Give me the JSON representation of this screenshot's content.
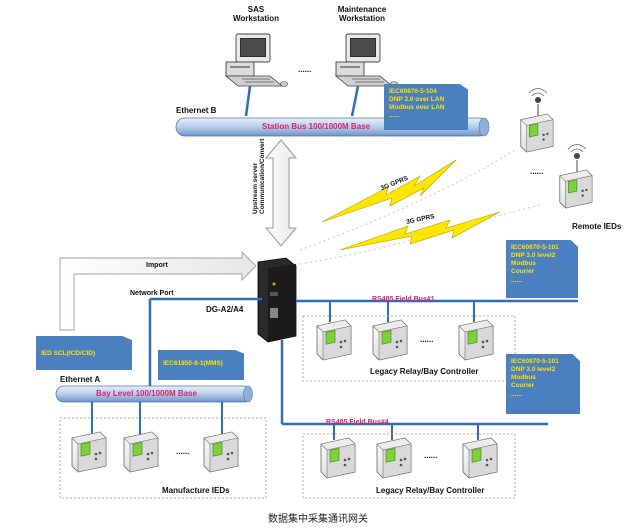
{
  "workstations": {
    "sas": [
      "SAS",
      "Workstation"
    ],
    "maintenance": [
      "Maintenance",
      "Workstation"
    ],
    "ellipsis": "......"
  },
  "network": {
    "ethernet_b": "Ethernet B",
    "station_bus": "Station Bus 100/1000M Base",
    "ethernet_a": "Ethernet A",
    "bay_level": "Bay Level 100/1000M Base",
    "upstream": [
      "Upstream server",
      "Communication/Convert"
    ],
    "import": "Import",
    "network_port": "Network Port",
    "gateway": "DG-A2/A4",
    "rs485_1": "RS485 Field Bus#1",
    "rs485_4": "RS485 Field Bus#4"
  },
  "wireless": {
    "gprs_1": "3G GPRS",
    "gprs_2": "3G GPRS",
    "remote_ieds": "Remote IEDs",
    "ellipsis": "......"
  },
  "notes": {
    "station": [
      "IEC60870-5-104",
      "DNP 3.0 over LAN",
      "Modbus over LAN",
      "......"
    ],
    "field1": [
      "IEC60870-5-101",
      "DNP 3.0 level2",
      "Modbus",
      "Courier",
      "......"
    ],
    "field4": [
      "IEC60870-5-101",
      "DNP 3.0 level2",
      "Modbus",
      "Courier",
      "......"
    ],
    "ied_scl": "IED SCL(ICD/CID)",
    "iec61850": "IEC61850-8-1(MMS)"
  },
  "groups": {
    "legacy_1": "Legacy Relay/Bay Controller",
    "legacy_2": "Legacy Relay/Bay Controller",
    "manufacture": "Manufacture IEDs",
    "ellipsis": "......"
  },
  "caption": "数据集中采集通讯网关",
  "colors": {
    "bus_blue": "#2f6db5",
    "note_blue": "#4a7fc0",
    "note_text": "#ffe100",
    "bus_label": "#d6246e",
    "bolt": "#ffe600",
    "device_screen": "#7fd13a"
  }
}
